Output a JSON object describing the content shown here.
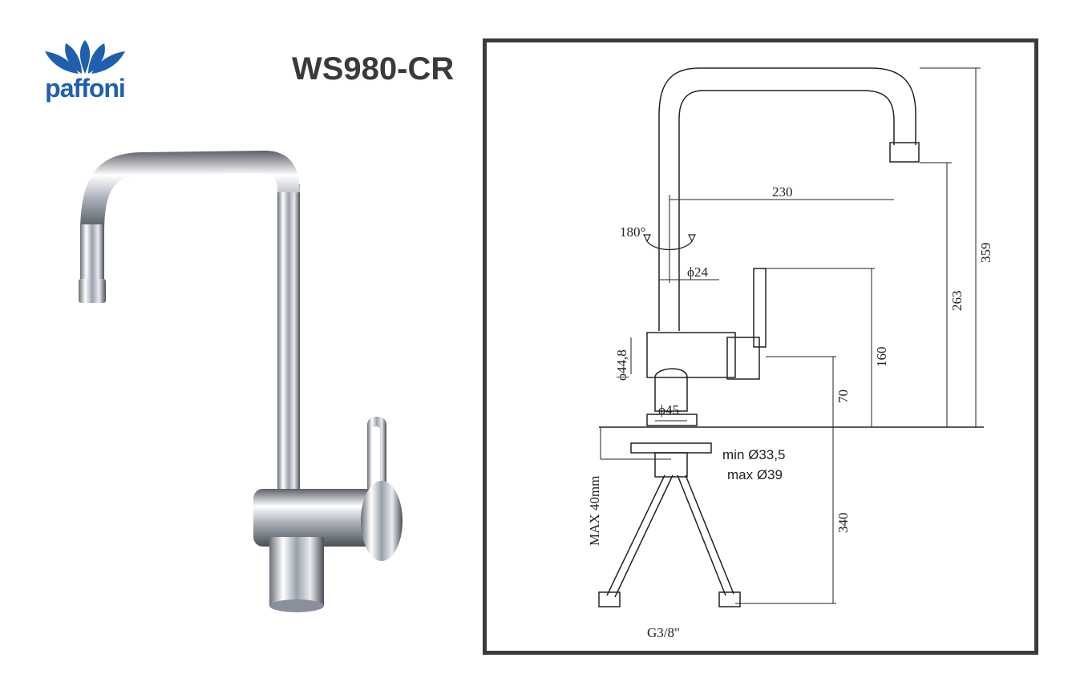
{
  "brand": {
    "name": "paffoni",
    "color": "#1f5fae"
  },
  "model_code": "WS980-CR",
  "product_photo": {
    "description_icon": "kitchen-faucet-photo"
  },
  "drawing": {
    "dimensions": {
      "reach": "230",
      "total_height": "359",
      "spout_height": "263",
      "lever_height": "160",
      "body_height": "70",
      "below_deck": "340",
      "rotation": "180°",
      "spout_diameter": "ϕ24",
      "body_diameter": "ϕ44,8",
      "base_diameter": "ϕ45",
      "hole_min": "min Ø33,5",
      "hole_max": "max Ø39",
      "max_deck": "MAX 40mm",
      "connection": "G3/8\""
    },
    "frame_color": "#3b3b3b"
  }
}
